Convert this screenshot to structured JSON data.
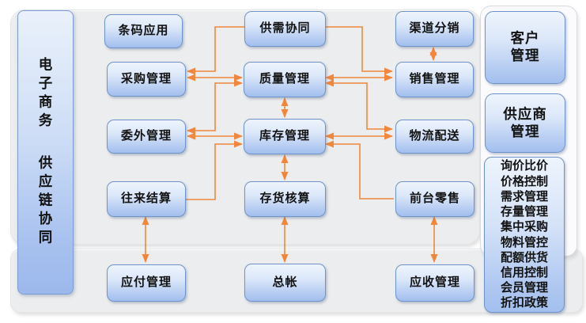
{
  "banner": {
    "line1": "电子商务",
    "line2": "供应链协同"
  },
  "boxes": {
    "barcode": "条码应用",
    "supply_demand": "供需协同",
    "channel": "渠道分销",
    "purchase": "采购管理",
    "quality": "质量管理",
    "sales": "销售管理",
    "outsourcing": "委外管理",
    "inventory": "库存管理",
    "logistics": "物流配送",
    "settlement": "往来结算",
    "inventory_accounting": "存货核算",
    "retail": "前台零售",
    "payables": "应付管理",
    "ledger": "总帐",
    "receivables": "应收管理"
  },
  "right_column": {
    "customer_lines": [
      "客户",
      "管理"
    ],
    "supplier_lines": [
      "供应商",
      "管理"
    ],
    "policy_items": [
      "询价比价",
      "价格控制",
      "需求管理",
      "存量管理",
      "集中采购",
      "物料管控",
      "配额供货",
      "信用控制",
      "会员管理",
      "折扣政策"
    ]
  },
  "colors": {
    "arrow_orange": "#F0873C",
    "node_border_blue": "#6E93CB",
    "node_fill_top": "#EEF4FC",
    "node_fill_bottom": "#A2BFEE",
    "panel_gray": "#ECEDEE"
  }
}
